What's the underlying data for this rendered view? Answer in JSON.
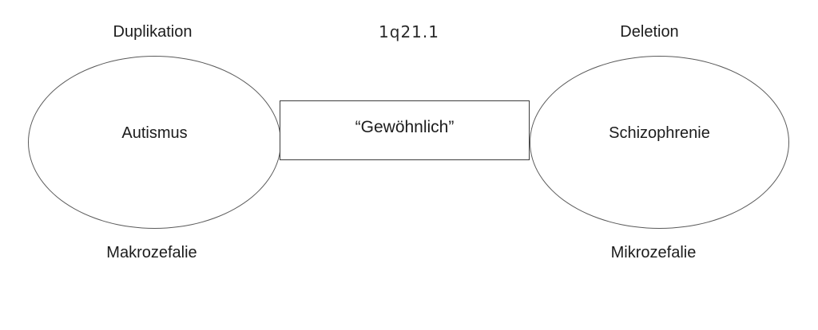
{
  "diagram": {
    "title": "1q21.1",
    "left": {
      "top_label": "Duplikation",
      "ellipse_label": "Autismus",
      "bottom_label": "Makrozefalie"
    },
    "center": {
      "box_label": "“Gewöhnlich”"
    },
    "right": {
      "top_label": "Deletion",
      "ellipse_label": "Schizophrenie",
      "bottom_label": "Mikrozefalie"
    }
  }
}
